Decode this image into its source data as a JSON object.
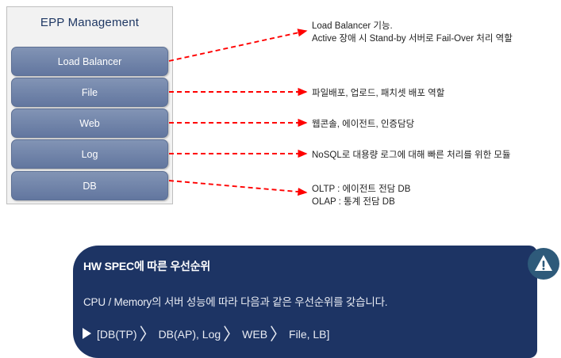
{
  "diagram": {
    "group_title": "EPP Management",
    "nodes": [
      {
        "label": "Load Balancer"
      },
      {
        "label": "File"
      },
      {
        "label": "Web"
      },
      {
        "label": "Log"
      },
      {
        "label": "DB"
      }
    ],
    "annotations": [
      {
        "text": "Load Balancer 기능.\nActive 장애 시 Stand-by 서버로 Fail-Over 처리 역할"
      },
      {
        "text": "파일배포, 업로드, 패치셋 배포 역할"
      },
      {
        "text": "웹콘솔, 에이전트, 인증담당"
      },
      {
        "text": "NoSQL로 대용량 로그에 대해 빠른 처리를 위한 모듈"
      },
      {
        "text": "OLTP : 에이전트 전담 DB\nOLAP : 통계 전담 DB"
      }
    ],
    "connector_color": "#FF0000"
  },
  "panel": {
    "title": "HW SPEC에 따른 우선순위",
    "line1": "CPU / Memory의 서버 성능에 따라 다음과 같은 우선순위를 갖습니다.",
    "priority": {
      "open": "[DB(TP)",
      "sep1": "〉",
      "item1": "DB(AP), Log",
      "sep2": "〉",
      "item2": "WEB",
      "sep3": "〉",
      "item3": "File, LB]"
    },
    "icon": "warning-icon",
    "bg_color": "#1D3464",
    "icon_bg_color": "#2E5A7A"
  }
}
